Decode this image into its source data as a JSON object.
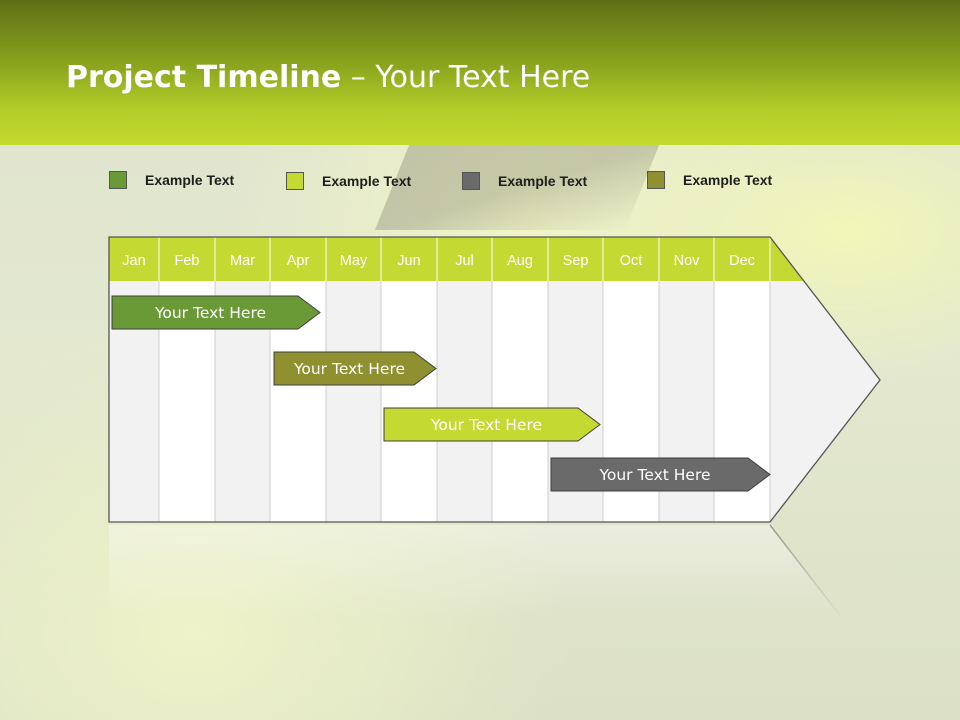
{
  "title": {
    "bold": "Project Timeline",
    "rest": " – Your Text Here"
  },
  "legend": [
    {
      "label": "Example Text",
      "color": "#6a9a36"
    },
    {
      "label": "Example Text",
      "color": "#c4d932"
    },
    {
      "label": "Example Text",
      "color": "#6a6a6a"
    },
    {
      "label": "Example Text",
      "color": "#8f9030"
    }
  ],
  "months": [
    "Jan",
    "Feb",
    "Mar",
    "Apr",
    "May",
    "Jun",
    "Jul",
    "Aug",
    "Sep",
    "Oct",
    "Nov",
    "Dec"
  ],
  "colors": {
    "header_accent": "#c4d932",
    "month_header": "#c4d932",
    "frame": "#555555"
  },
  "tasks": [
    {
      "label": "Your  Text Here",
      "start_month": "Jan",
      "end_month": "Apr",
      "color": "#6a9a36",
      "text_color": "#ffffff"
    },
    {
      "label": "Your  Text Here",
      "start_month": "Apr",
      "end_month": "Jun",
      "color": "#8f9030",
      "text_color": "#ffffff"
    },
    {
      "label": "Your  Text Here",
      "start_month": "Jun",
      "end_month": "Sep",
      "color": "#c4d932",
      "text_color": "#ffffff"
    },
    {
      "label": "Your  Text Here",
      "start_month": "Sep",
      "end_month": "Dec",
      "color": "#6a6a6a",
      "text_color": "#ffffff"
    }
  ]
}
